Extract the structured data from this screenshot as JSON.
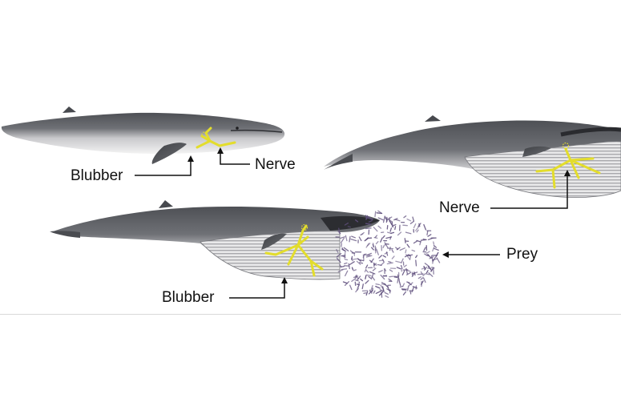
{
  "labels": {
    "blubber_top": "Blubber",
    "nerve_top": "Nerve",
    "nerve_right": "Nerve",
    "blubber_bottom": "Blubber",
    "prey": "Prey"
  },
  "colors": {
    "whale_back": "#55575c",
    "whale_mid": "#8f9196",
    "whale_belly": "#eeeeee",
    "throat_pleats": "#7a7a80",
    "nerve": "#e3dd2c",
    "prey": "#5f4f7d",
    "leader": "#111111"
  }
}
